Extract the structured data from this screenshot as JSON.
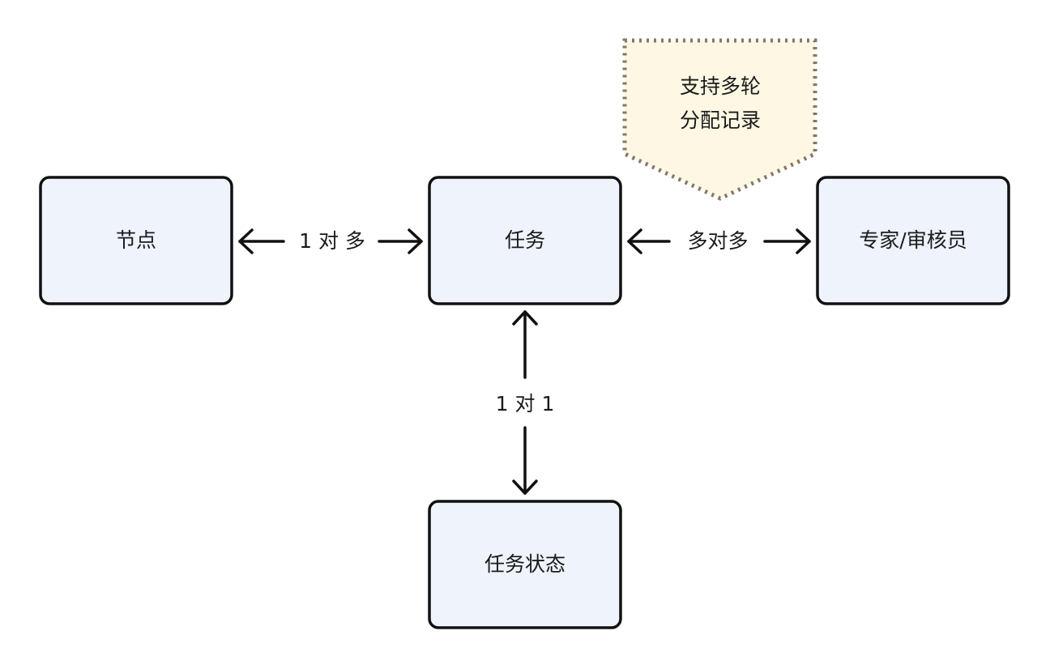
{
  "diagram": {
    "nodes": {
      "node": {
        "label": "节点"
      },
      "task": {
        "label": "任务"
      },
      "reviewer": {
        "label": "专家/审核员"
      },
      "status": {
        "label": "任务状态"
      }
    },
    "edges": {
      "node_task": {
        "label": "1 对 多"
      },
      "task_reviewer": {
        "label": "多对多"
      },
      "task_status": {
        "label": "1 对 1"
      }
    },
    "note": {
      "line1": "支持多轮",
      "line2": "分配记录"
    }
  },
  "colors": {
    "node_fill": "#eef3fc",
    "node_stroke": "#111111",
    "note_fill": "#fdf7e4",
    "note_stroke": "#857864"
  }
}
